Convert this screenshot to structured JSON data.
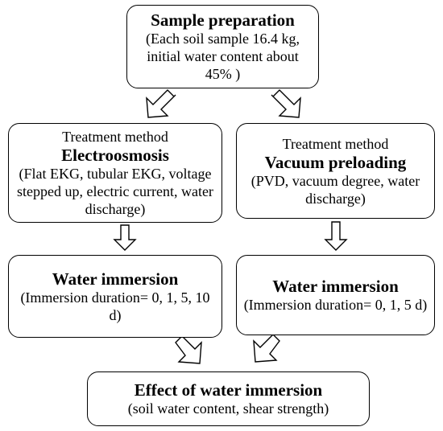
{
  "sample_preparation": {
    "title": "Sample preparation",
    "detail": "(Each soil sample 16.4 kg, initial water content about 45% )"
  },
  "electroosmosis": {
    "kicker": "Treatment method",
    "title": "Electroosmosis",
    "detail": "(Flat EKG, tubular EKG, voltage stepped up, electric current, water discharge)"
  },
  "vacuum_preloading": {
    "kicker": "Treatment method",
    "title": "Vacuum preloading",
    "detail": "(PVD, vacuum degree, water discharge)"
  },
  "immersion_left": {
    "title": "Water immersion",
    "detail": "(Immersion duration= 0, 1, 5, 10 d)"
  },
  "immersion_right": {
    "title": "Water immersion",
    "detail": "(Immersion duration= 0, 1, 5 d)"
  },
  "effect": {
    "title": "Effect of water immersion",
    "detail": "(soil water content, shear strength)"
  }
}
